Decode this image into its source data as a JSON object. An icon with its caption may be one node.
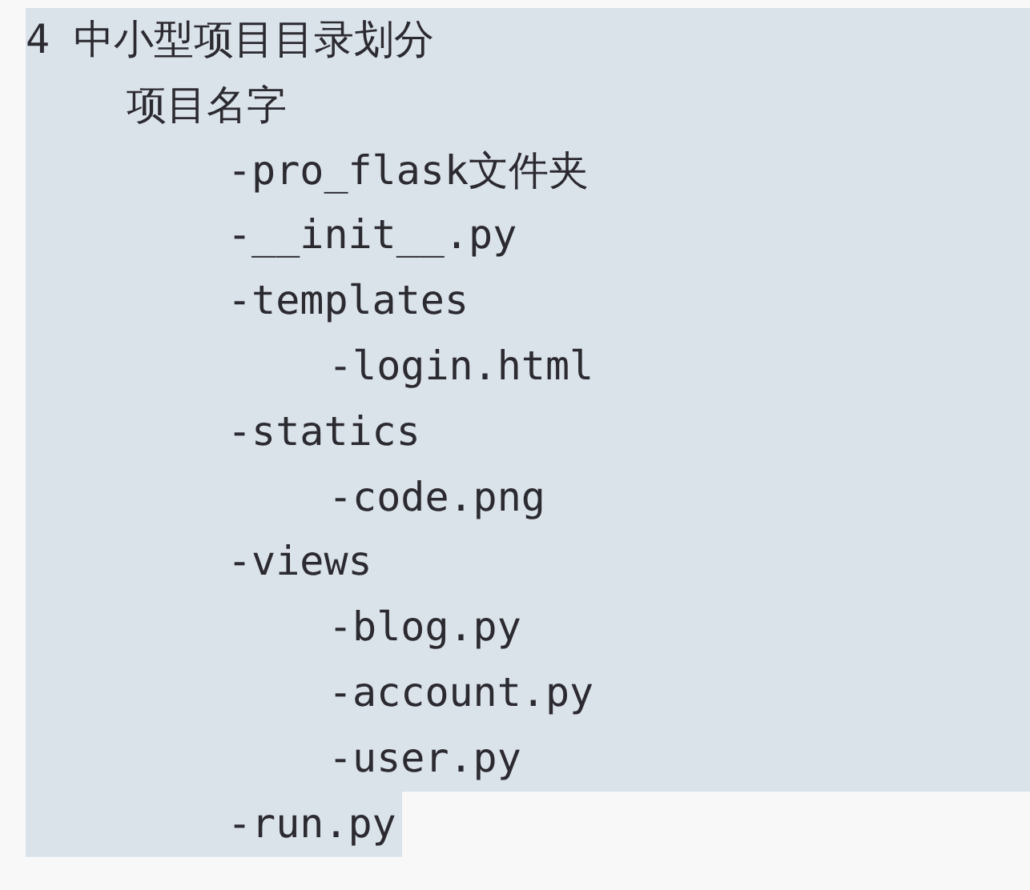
{
  "diagram": {
    "title": "4 中小型项目目录划分",
    "labels": [
      "项目名字",
      "-pro_flask文件夹",
      "-__init__.py",
      "-templates",
      "-login.html",
      "-statics",
      "-code.png",
      "-views",
      "-blog.py",
      "-account.py",
      "-user.py",
      "-run.py"
    ]
  }
}
